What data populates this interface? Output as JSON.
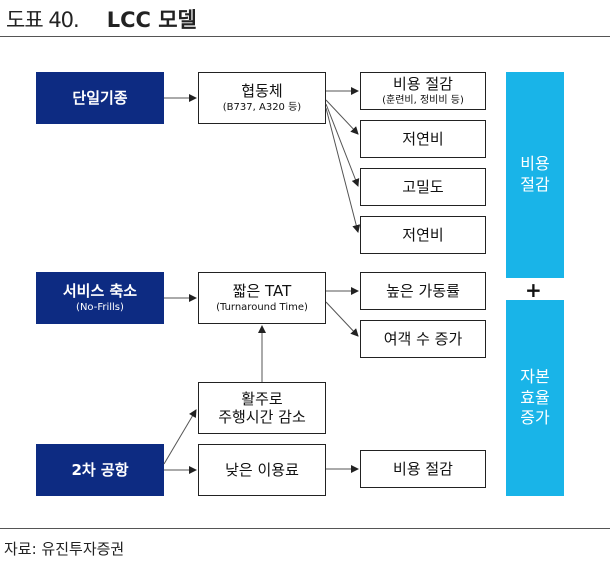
{
  "figure": {
    "number": "도표 40.",
    "title": "LCC 모델"
  },
  "boxes": {
    "single_fleet": {
      "main": "단일기종"
    },
    "service_cut": {
      "main": "서비스 축소",
      "sub": "(No-Frills)"
    },
    "secondary_airport": {
      "main": "2차 공항"
    },
    "cooperation": {
      "main": "협동체",
      "sub": "(B737, A320 등)"
    },
    "short_tat": {
      "main": "짧은 TAT",
      "sub": "(Turnaround Time)"
    },
    "route_time": {
      "line1": "활주로",
      "line2": "주행시간 감소"
    },
    "low_fee": {
      "main": "낮은 이용료"
    },
    "cost_cut_1": {
      "main": "비용 절감",
      "sub": "(훈련비, 정비비 등)"
    },
    "low_fuel": {
      "main": "저연비"
    },
    "density": {
      "main": "고밀도"
    },
    "low_fuel_2": {
      "main": "저연비"
    },
    "high_util": {
      "main": "높은 가동률"
    },
    "pax_increase": {
      "main": "여객 수 증가"
    },
    "cost_cut_2": {
      "main": "비용 절감"
    }
  },
  "side": {
    "cost_saving": {
      "line1": "비용",
      "line2": "절감"
    },
    "plus": "+",
    "capital_eff": {
      "line1": "자본",
      "line2": "효율",
      "line3": "증가"
    }
  },
  "source": "자료: 유진투자증권",
  "colors": {
    "navy": "#0d2b82",
    "cyan": "#19b4e8"
  }
}
